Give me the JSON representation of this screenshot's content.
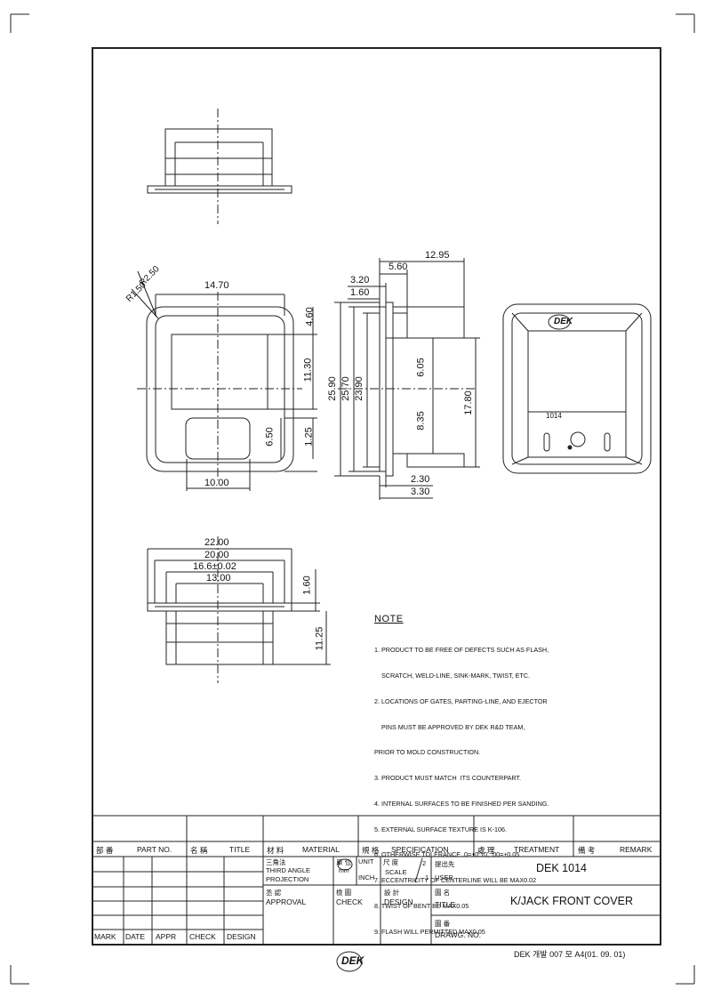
{
  "dimensions": {
    "top_left": [
      "R2.50",
      "R1.50",
      "14.70",
      "4.60",
      "11.30",
      "1.25",
      "6.50",
      "10.00"
    ],
    "side": [
      "12.95",
      "5.60",
      "3.20",
      "1.60",
      "25.90",
      "25.70",
      "23.90",
      "6.05",
      "8.35",
      "17.80",
      "2.30",
      "3.30"
    ],
    "bottom": [
      "22.00",
      "20.00",
      "16.6±0.02",
      "13.00",
      "1.60",
      "11.25"
    ]
  },
  "rear_view": {
    "logo": "DEK",
    "part_mark": "1014"
  },
  "notes": {
    "title": "NOTE",
    "items": [
      "1. PRODUCT TO BE FREE OF DEFECTS SUCH AS FLASH,",
      "    SCRATCH, WELD-LINE, SINK-MARK, TWIST, ETC.",
      "2. LOCATIONS OF GATES, PARTING-LINE, AND EJECTOR",
      "    PINS MUST BE APPROVED BY DEK R&D TEAM,",
      "PRIOR TO MOLD CONSTRUCTION.",
      "3. PRODUCT MUST MATCH  ITS COUNTERPART.",
      "4. INTERNAL SURFACES TO BE FINISHED PER SANDING.",
      "5. EXTERNAL SURFACE TEXTURE IS K-106.",
      "6. OTHERWISE TOLERANCE .0=±0.10, .00=±0.05",
      "7. ECCENTRICITY OF CENTERLINE WILL BE MAX0.02",
      "8. TWIST OF BENT BE MAX0.05",
      "9. FLASH WILL PERMITTED MAX0.05"
    ]
  },
  "title_block": {
    "header": {
      "part_no_kr": "部 番",
      "part_no": "PART NO.",
      "title_kr": "名 稱",
      "title": "TITLE",
      "material_kr": "材 料",
      "material": "MATERIAL",
      "spec_kr": "規 格",
      "spec": "SPECIFICATION",
      "treatment_kr": "處 理",
      "treatment": "TREATMENT",
      "remark_kr": "備 考",
      "remark": "REMARK"
    },
    "projection_kr": "三角法",
    "projection": "THIRD ANGLE",
    "projection2": "PROJECTION",
    "unit_kr": "單 位",
    "unit": "UNIT",
    "unit_mm": "mm",
    "unit_inch": "INCH",
    "scale_kr": "尺 度",
    "scale": "SCALE",
    "scale_num": "2",
    "scale_den": "1",
    "user_kr": "提出先",
    "user": "USER",
    "user_value": "DEK 1014",
    "approval_kr": "丞 認",
    "approval": "APPROVAL",
    "check_kr": "檢 圖",
    "check": "CHECK",
    "design_kr": "設 計",
    "design": "DESIGN",
    "title2_kr": "圖 名",
    "title2": "TITLE",
    "title_value": "K/JACK FRONT COVER",
    "drawing_kr": "圖 番",
    "drawing": "DRAWG. NO.",
    "revision_cols": [
      "MARK",
      "DATE",
      "APPR",
      "CHECK",
      "DESIGN"
    ]
  },
  "footer": {
    "logo": "DEK",
    "code": "DEK 개발 007 모 A4(01. 09. 01)"
  }
}
